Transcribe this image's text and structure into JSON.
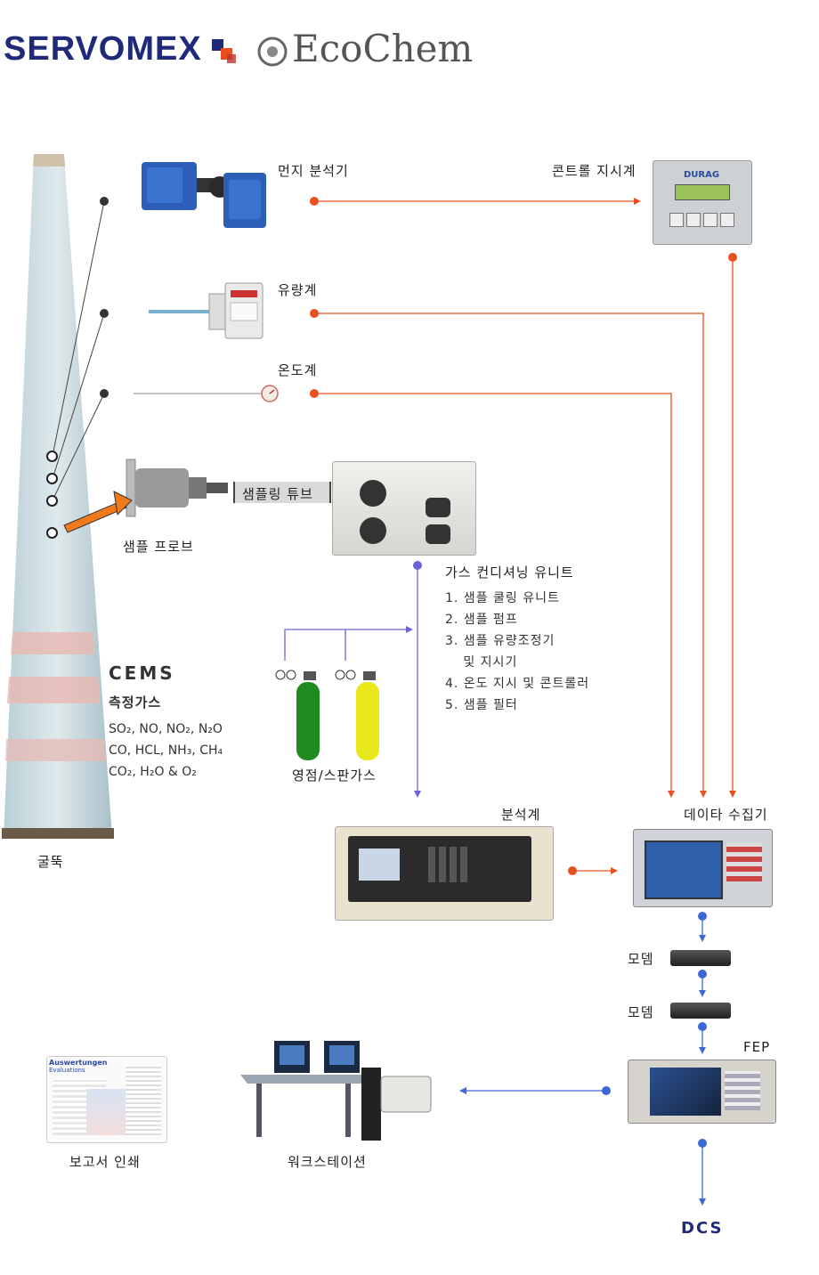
{
  "header": {
    "brand": "SERVOMEX",
    "partner": "EcoChem"
  },
  "labels": {
    "dust_analyzer": "먼지 분석기",
    "control_indicator": "콘트롤 지시계",
    "durag": "DURAG",
    "flow_meter": "유량계",
    "thermometer": "온도계",
    "sampling_tube": "샘플링 튜브",
    "sample_probe": "샘플 프로브",
    "chimney": "굴뚝",
    "gas_conditioning_unit": "가스 컨디셔닝 유니트",
    "zero_span_gas": "영점/스판가스",
    "analyzer": "분석계",
    "data_logger": "데이타 수집기",
    "modem1": "모뎀",
    "modem2": "모뎀",
    "fep": "FEP",
    "report_print": "보고서 인쇄",
    "workstation": "워크스테이션",
    "dcs": "DCS",
    "report_doc_title": "Auswertungen",
    "report_doc_subtitle": "Evaluations"
  },
  "gas_conditioning_items": [
    "1. 샘플 쿨링 유니트",
    "2. 샘플 펌프",
    "3. 샘플 유량조정기",
    "   및 지시기",
    "4. 온도 지시 및 콘트롤러",
    "5. 샘플 필터"
  ],
  "cems": {
    "title": "CEMS",
    "subtitle": "측정가스",
    "lines": [
      "SO₂, NO, NO₂, N₂O",
      "CO, HCL, NH₃, CH₄",
      "CO₂, H₂O & O₂"
    ]
  },
  "colors": {
    "brand_blue": "#1f2a7a",
    "signal_orange": "#e8501f",
    "gas_violet": "#6b63d9",
    "network_blue": "#3c67d5"
  }
}
